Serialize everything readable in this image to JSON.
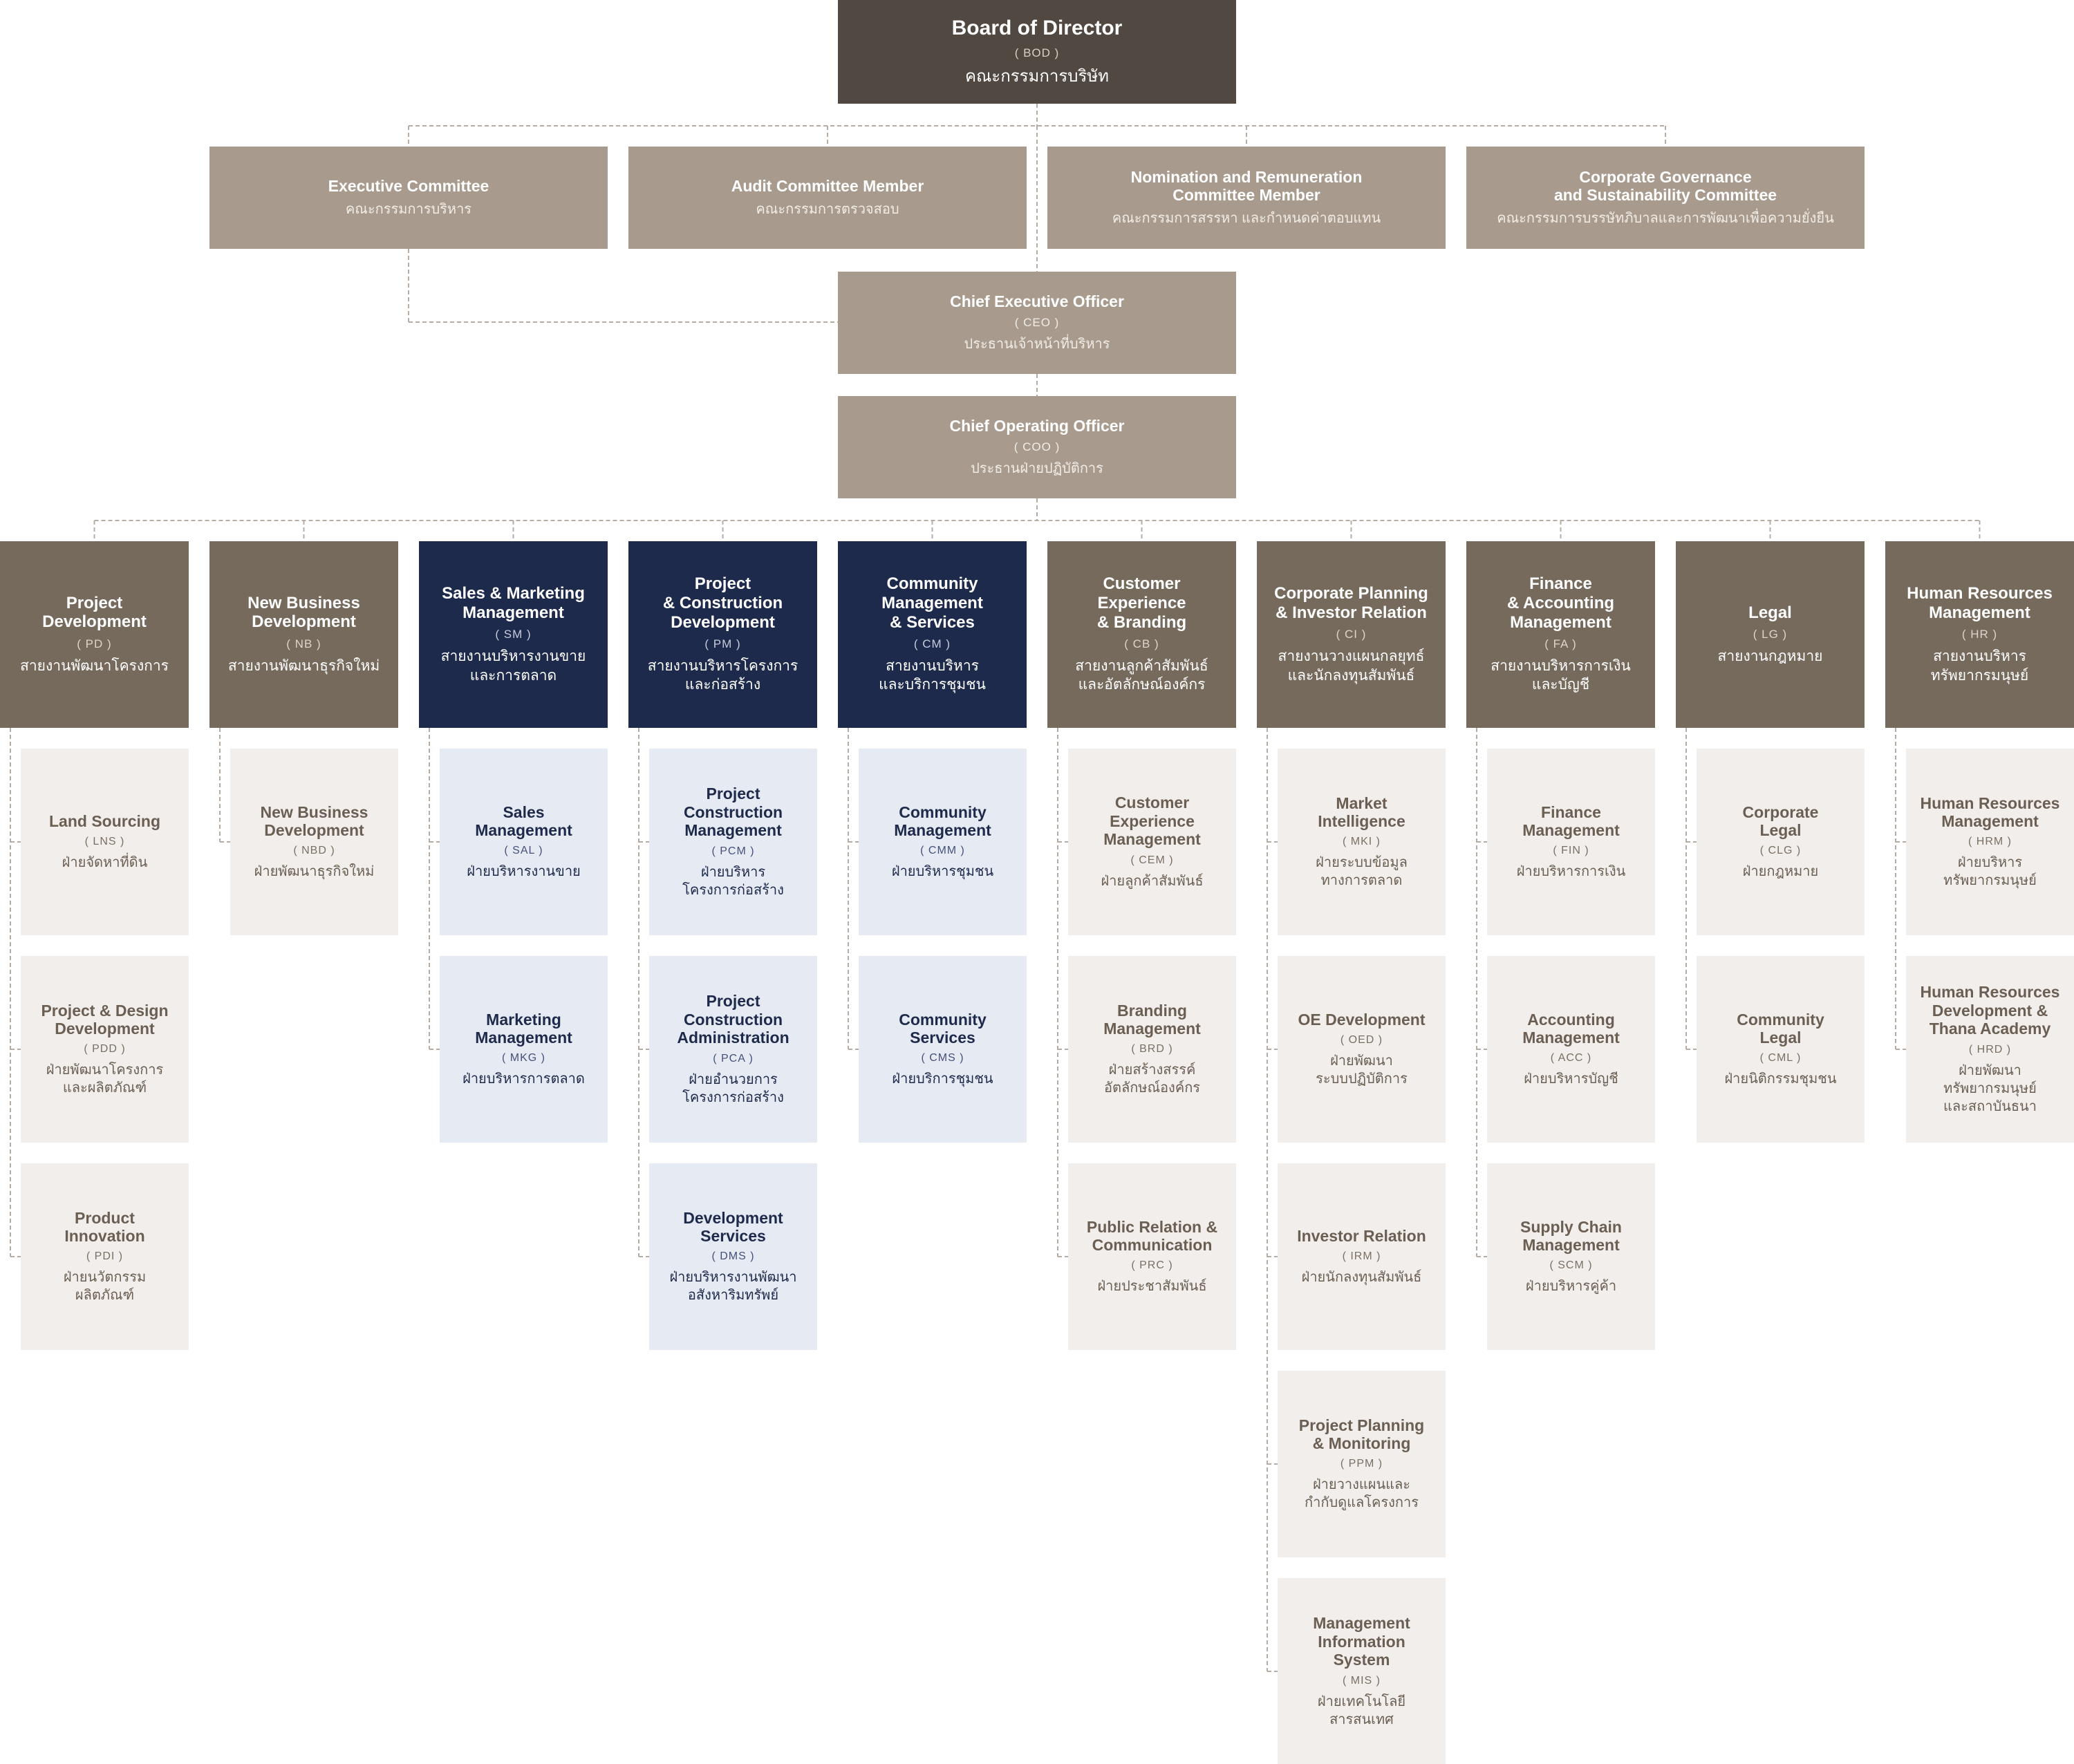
{
  "colors": {
    "board": "#504841",
    "committee": "#a89b8d",
    "division_brown": "#766a5d",
    "division_navy": "#1e2a4b",
    "sub_beige": "#f1eeeb",
    "sub_blue": "#e6ebf3",
    "connector": "#b5ada4"
  },
  "board": {
    "title": "Board of Director",
    "code": "( BOD )",
    "thai": "คณะกรรมการบริษัท"
  },
  "committees": [
    {
      "title": "Executive Committee",
      "code": "",
      "thai": "คณะกรรมการบริหาร"
    },
    {
      "title": "Audit Committee Member",
      "code": "",
      "thai": "คณะกรรมการตรวจสอบ"
    },
    {
      "title": "Nomination and Remuneration\nCommittee Member",
      "code": "",
      "thai": "คณะกรรมการสรรหา และกำหนดค่าตอบแทน"
    },
    {
      "title": "Corporate Governance\nand Sustainability Committee",
      "code": "",
      "thai": "คณะกรรมการบรรษัทภิบาลและการพัฒนาเพื่อความยั่งยืน"
    }
  ],
  "ceo": {
    "title": "Chief Executive Officer",
    "code": "( CEO )",
    "thai": "ประธานเจ้าหน้าที่บริหาร"
  },
  "coo": {
    "title": "Chief Operating Officer",
    "code": "( COO )",
    "thai": "ประธานฝ่ายปฏิบัติการ"
  },
  "divisions": [
    {
      "title": "Project\nDevelopment",
      "code": "( PD )",
      "thai": "สายงานพัฒนาโครงการ",
      "style": "dbrown",
      "subs": [
        {
          "title": "Land Sourcing",
          "code": "( LNS )",
          "thai": "ฝ่ายจัดหาที่ดิน"
        },
        {
          "title": "Project & Design\nDevelopment",
          "code": "( PDD )",
          "thai": "ฝ่ายพัฒนาโครงการ\nและผลิตภัณฑ์"
        },
        {
          "title": "Product\nInnovation",
          "code": "( PDI )",
          "thai": "ฝ่ายนวัตกรรม\nผลิตภัณฑ์"
        }
      ]
    },
    {
      "title": "New Business\nDevelopment",
      "code": "( NB )",
      "thai": "สายงานพัฒนาธุรกิจใหม่",
      "style": "dbrown",
      "subs": [
        {
          "title": "New Business\nDevelopment",
          "code": "( NBD )",
          "thai": "ฝ่ายพัฒนาธุรกิจใหม่"
        }
      ]
    },
    {
      "title": "Sales & Marketing\nManagement",
      "code": "( SM )",
      "thai": "สายงานบริหารงานขาย\nและการตลาด",
      "style": "navy",
      "subs": [
        {
          "title": "Sales\nManagement",
          "code": "( SAL )",
          "thai": "ฝ่ายบริหารงานขาย"
        },
        {
          "title": "Marketing\nManagement",
          "code": "( MKG )",
          "thai": "ฝ่ายบริหารการตลาด"
        }
      ]
    },
    {
      "title": "Project\n& Construction\nDevelopment",
      "code": "( PM )",
      "thai": "สายงานบริหารโครงการ\nและก่อสร้าง",
      "style": "navy",
      "subs": [
        {
          "title": "Project\nConstruction\nManagement",
          "code": "( PCM )",
          "thai": "ฝ่ายบริหาร\nโครงการก่อสร้าง"
        },
        {
          "title": "Project\nConstruction\nAdministration",
          "code": "( PCA )",
          "thai": "ฝ่ายอำนวยการ\nโครงการก่อสร้าง"
        },
        {
          "title": "Development\nServices",
          "code": "( DMS )",
          "thai": "ฝ่ายบริหารงานพัฒนา\nอสังหาริมทรัพย์"
        }
      ]
    },
    {
      "title": "Community\nManagement\n& Services",
      "code": "( CM )",
      "thai": "สายงานบริหาร\nและบริการชุมชน",
      "style": "navy",
      "subs": [
        {
          "title": "Community\nManagement",
          "code": "( CMM )",
          "thai": "ฝ่ายบริหารชุมชน"
        },
        {
          "title": "Community\nServices",
          "code": "( CMS )",
          "thai": "ฝ่ายบริการชุมชน"
        }
      ]
    },
    {
      "title": "Customer\nExperience\n& Branding",
      "code": "( CB )",
      "thai": "สายงานลูกค้าสัมพันธ์\nและอัตลักษณ์องค์กร",
      "style": "dbrown",
      "subs": [
        {
          "title": "Customer\nExperience\nManagement",
          "code": "( CEM )",
          "thai": "ฝ่ายลูกค้าสัมพันธ์"
        },
        {
          "title": "Branding\nManagement",
          "code": "( BRD )",
          "thai": "ฝ่ายสร้างสรรค์\nอัตลักษณ์องค์กร"
        },
        {
          "title": "Public Relation &\nCommunication",
          "code": "( PRC )",
          "thai": "ฝ่ายประชาสัมพันธ์"
        }
      ]
    },
    {
      "title": "Corporate Planning\n& Investor Relation",
      "code": "( CI )",
      "thai": "สายงานวางแผนกลยุทธ์\nและนักลงทุนสัมพันธ์",
      "style": "dbrown",
      "subs": [
        {
          "title": "Market\nIntelligence",
          "code": "( MKI )",
          "thai": "ฝ่ายระบบข้อมูล\nทางการตลาด"
        },
        {
          "title": "OE Development",
          "code": "( OED )",
          "thai": "ฝ่ายพัฒนา\nระบบปฏิบัติการ"
        },
        {
          "title": "Investor Relation",
          "code": "( IRM )",
          "thai": "ฝ่ายนักลงทุนสัมพันธ์"
        },
        {
          "title": "Project Planning\n& Monitoring",
          "code": "( PPM )",
          "thai": "ฝ่ายวางแผนและ\nกำกับดูแลโครงการ"
        },
        {
          "title": "Management\nInformation\nSystem",
          "code": "( MIS )",
          "thai": "ฝ่ายเทคโนโลยี\nสารสนเทศ"
        }
      ]
    },
    {
      "title": "Finance\n& Accounting\nManagement",
      "code": "( FA )",
      "thai": "สายงานบริหารการเงิน\nและบัญชี",
      "style": "dbrown",
      "subs": [
        {
          "title": "Finance\nManagement",
          "code": "( FIN )",
          "thai": "ฝ่ายบริหารการเงิน"
        },
        {
          "title": "Accounting\nManagement",
          "code": "( ACC )",
          "thai": "ฝ่ายบริหารบัญชี"
        },
        {
          "title": "Supply Chain\nManagement",
          "code": "( SCM )",
          "thai": "ฝ่ายบริหารคู่ค้า"
        }
      ]
    },
    {
      "title": "Legal",
      "code": "( LG )",
      "thai": "สายงานกฎหมาย",
      "style": "dbrown",
      "subs": [
        {
          "title": "Corporate\nLegal",
          "code": "( CLG )",
          "thai": "ฝ่ายกฎหมาย"
        },
        {
          "title": "Community\nLegal",
          "code": "( CML )",
          "thai": "ฝ่ายนิติกรรมชุมชน"
        }
      ]
    },
    {
      "title": "Human Resources\nManagement",
      "code": "( HR )",
      "thai": "สายงานบริหาร\nทรัพยากรมนุษย์",
      "style": "dbrown",
      "subs": [
        {
          "title": "Human Resources\nManagement",
          "code": "( HRM )",
          "thai": "ฝ่ายบริหาร\nทรัพยากรมนุษย์"
        },
        {
          "title": "Human Resources\nDevelopment &\nThana Academy",
          "code": "( HRD )",
          "thai": "ฝ่ายพัฒนา\nทรัพยากรมนุษย์\nและสถาบันธนา"
        }
      ]
    }
  ]
}
